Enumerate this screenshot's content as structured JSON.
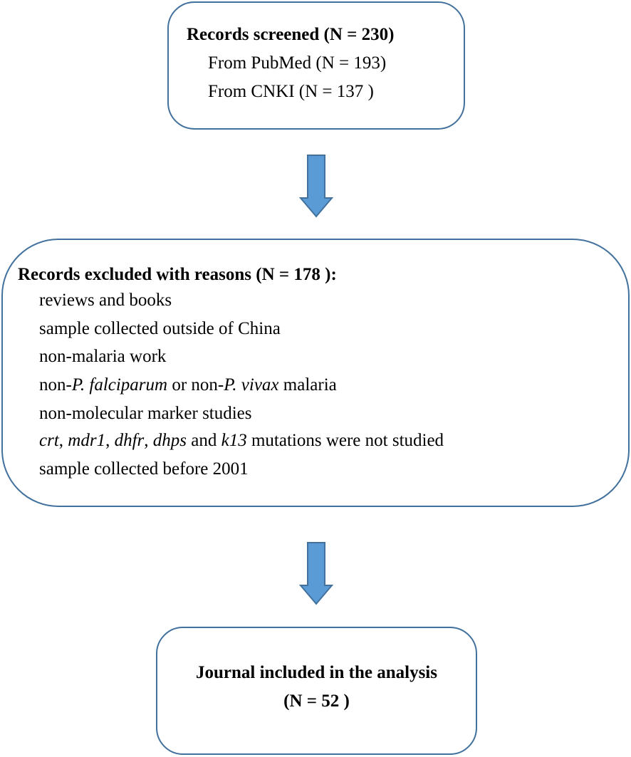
{
  "screened": {
    "title": "Records screened (N = 230)",
    "pubmed": "From PubMed (N = 193)",
    "cnki": "From CNKI (N = 137 )"
  },
  "excluded": {
    "title": "Records excluded with reasons (N = 178 ):",
    "reasons": {
      "r1": "reviews and books",
      "r2": "sample collected outside of China",
      "r3": "non-malaria work",
      "r4": {
        "p1": "non-",
        "i1": "P. falciparum",
        "p2": " or non-",
        "i2": "P. vivax",
        "p3": " malaria"
      },
      "r5": "non-molecular marker studies",
      "r6": {
        "i1": "crt",
        "p1": ", ",
        "i2": "mdr1",
        "p2": ", ",
        "i3": "dhfr",
        "p3": ", ",
        "i4": "dhps",
        "p4": " and ",
        "i5": "k13",
        "p5": " mutations were not studied"
      },
      "r7": "sample collected before 2001"
    }
  },
  "included": {
    "line1": "Journal included in the analysis",
    "line2": "(N = 52 )"
  },
  "colors": {
    "box_border": "#41719c",
    "arrow_fill": "#5b9bd5",
    "arrow_stroke": "#41719c"
  }
}
